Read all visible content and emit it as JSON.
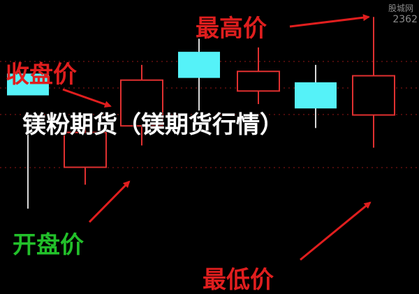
{
  "chart_data": {
    "type": "candlestick",
    "annotations": {
      "high": "最高价",
      "close": "收盘价",
      "open": "开盘价",
      "low": "最低价"
    },
    "overlay_title": "镁粉期货（镁期货行情）",
    "price_readout": "2362",
    "watermark": "股城网",
    "candles": [
      {
        "open": 72,
        "close": 62,
        "high": 52,
        "low": 10
      },
      {
        "open": 29,
        "close": 45,
        "high": 51,
        "low": 21
      },
      {
        "open": 48,
        "close": 69,
        "high": 76,
        "low": 39
      },
      {
        "open": 82,
        "close": 70,
        "high": 88,
        "low": 55
      },
      {
        "open": 64,
        "close": 73,
        "high": 84,
        "low": 58
      },
      {
        "open": 68,
        "close": 56,
        "high": 76,
        "low": 47
      },
      {
        "open": 53,
        "close": 71,
        "high": 98,
        "low": 38
      }
    ],
    "colors": {
      "bull": "#e03030",
      "bear": "#55f2f8",
      "annotation": "#e01e1e",
      "open_label": "#22c02a",
      "grid": "#cc2222",
      "background": "#000000"
    }
  }
}
